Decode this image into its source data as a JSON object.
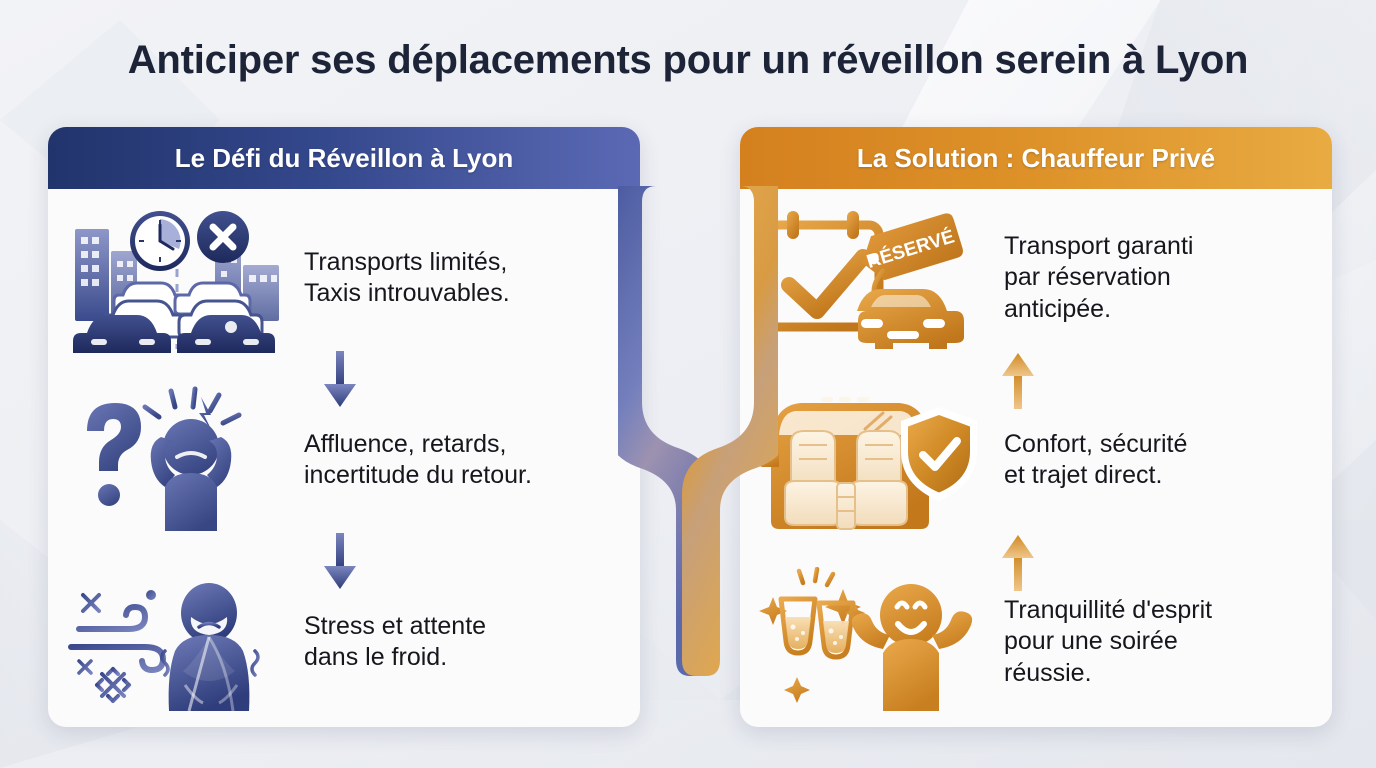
{
  "page": {
    "title": "Anticiper ses déplacements pour un réveillon serein à Lyon",
    "background_color": "#eef0f4",
    "title_color": "#1d2438"
  },
  "theme": {
    "problem_dark": "#22346c",
    "problem_mid": "#33478b",
    "problem_light": "#5b69b4",
    "solution_dark": "#d4801f",
    "solution_mid": "#dd9128",
    "solution_light": "#e8ab42",
    "panel_bg": "#fbfbfc",
    "text_color": "#15171c"
  },
  "panels": {
    "left": {
      "header": "Le Défi du Réveillon à Lyon",
      "rows": [
        {
          "text": "Transports limités,\nTaxis introuvables.",
          "line1": "Transports limités,",
          "line2": "Taxis introuvables.",
          "line3": "",
          "icon": "traffic-jam-clock-cross-icon"
        },
        {
          "text": "Affluence, retards,\nincertitude du retour.",
          "line1": "Affluence, retards,",
          "line2": "incertitude du retour.",
          "line3": "",
          "icon": "question-mark-stressed-person-icon"
        },
        {
          "text": "Stress et attente\ndans le froid.",
          "line1": "Stress et attente",
          "line2": "dans le froid.",
          "line3": "",
          "icon": "cold-wind-snowflake-shivering-person-icon"
        }
      ],
      "arrow_direction": "down",
      "arrow_color": "#3d4d92"
    },
    "right": {
      "header": "La Solution : Chauffeur Privé",
      "rows": [
        {
          "text": "Transport garanti\npar réservation\nanticipée.",
          "line1": "Transport garanti",
          "line2": "par réservation",
          "line3": "anticipée.",
          "icon": "calendar-check-car-reserved-tag-icon",
          "badge": "RÉSERVÉ"
        },
        {
          "text": "Confort, sécurité\net trajet direct.",
          "line1": "Confort, sécurité",
          "line2": "et trajet direct.",
          "line3": "",
          "icon": "car-interior-shield-check-icon"
        },
        {
          "text": "Tranquillité d'esprit\npour une soirée\nréussie.",
          "line1": "Tranquillité d'esprit",
          "line2": "pour une soirée",
          "line3": "réussie.",
          "icon": "champagne-toast-happy-person-icon"
        }
      ],
      "arrow_direction": "up",
      "arrow_color": "#d8921f"
    }
  },
  "center_connector": {
    "name": "crossing-ribbons",
    "left_ribbon_color": "#4e5ca8",
    "right_ribbon_color": "#e3a343"
  }
}
